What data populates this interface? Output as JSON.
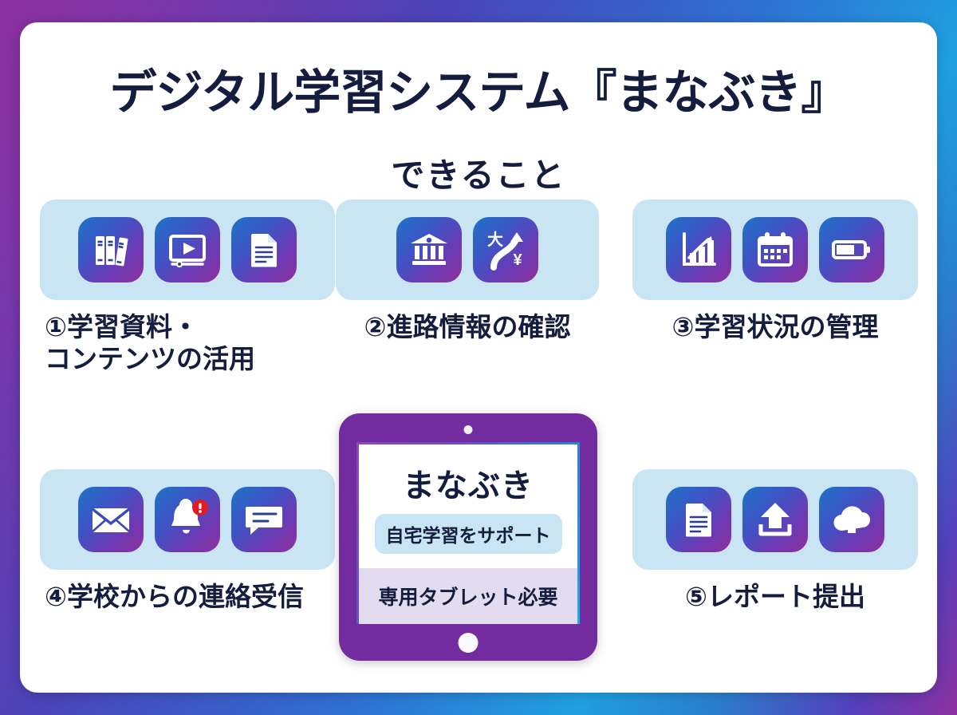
{
  "header": {
    "title": "デジタル学習システム『まなぶき』",
    "subtitle": "できること"
  },
  "cards": [
    {
      "number": "①",
      "label": "①学習資料・\nコンテンツの活用",
      "icons": [
        "books-icon",
        "video-player-icon",
        "document-icon"
      ]
    },
    {
      "number": "②",
      "label": "②進路情報の確認",
      "icons": [
        "university-building-icon",
        "career-path-arrow-icon"
      ]
    },
    {
      "number": "③",
      "label": "③学習状況の管理",
      "icons": [
        "bar-chart-icon",
        "calendar-icon",
        "battery-progress-icon"
      ]
    },
    {
      "number": "④",
      "label": "④学校からの連絡受信",
      "icons": [
        "envelope-icon",
        "bell-alert-icon",
        "chat-bubble-icon"
      ]
    },
    {
      "number": "⑤",
      "label": "⑤レポート提出",
      "icons": [
        "document-icon",
        "upload-icon",
        "cloud-upload-icon"
      ]
    }
  ],
  "tablet": {
    "brand": "まなぶき",
    "pill": "自宅学習をサポート",
    "footer": "専用タブレット必要",
    "bezel_color": "#722ca0",
    "footer_color": "#e3dcf0"
  },
  "theme": {
    "border_gradient_start": "#8b2f9e",
    "border_gradient_mid": "#1fa0e0",
    "border_gradient_end": "#8b2f9e",
    "card_background": "#c9e5f4",
    "tile_gradient_start": "#1d73c8",
    "tile_gradient_end": "#8d2f9b",
    "text_color": "#151d3f",
    "alert_badge_color": "#e01b22"
  }
}
